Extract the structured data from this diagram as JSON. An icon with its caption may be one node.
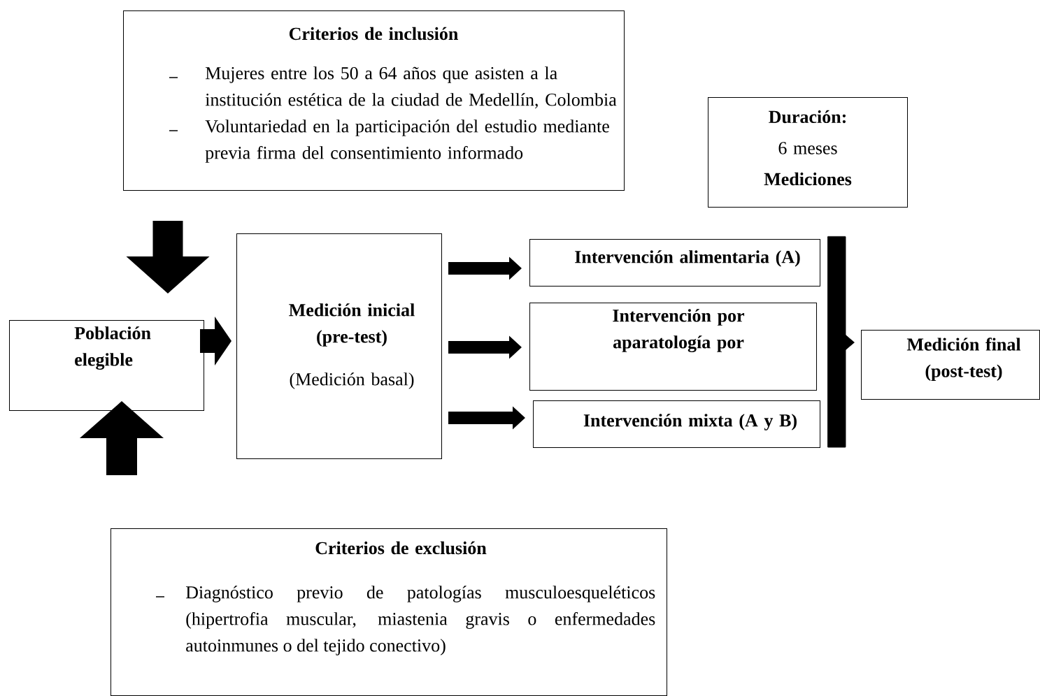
{
  "diagram": {
    "nodes": [
      {
        "text": [
          "Criterios de inclusión",
          "Mujeres entre los 50 a 64 años que asisten a la institución estética de la ciudad de Medellín, Colombia",
          "Voluntariedad en la participación del estudio mediante previa firma del consentimiento informado"
        ]
      },
      {
        "text": [
          "Duración:",
          "6 meses",
          "Mediciones"
        ]
      },
      {
        "text": [
          "Población elegible"
        ]
      },
      {
        "text": [
          "Medición inicial (pre-test)",
          "(Medición basal)"
        ]
      },
      {
        "text": [
          "Intervención alimentaria (A)"
        ]
      },
      {
        "text": [
          "Intervención por aparatología por"
        ]
      },
      {
        "text": [
          "Intervención mixta (A y B)"
        ]
      },
      {
        "text": [],
        "shape": "bar"
      },
      {
        "text": [
          "Medición final (post-test)"
        ]
      },
      {
        "text": [
          "Criterios de exclusión",
          "Diagnóstico previo de patologías musculoesqueléticos (hipertrofia muscular, miastenia gravis o enfermedades autoinmunes o del tejido conectivo)"
        ]
      }
    ],
    "edges": [
      {
        "from": 0,
        "to": 2,
        "arrow": "to",
        "style": "thick"
      },
      {
        "from": 9,
        "to": 2,
        "arrow": "to",
        "style": "thick"
      },
      {
        "from": 2,
        "to": 3,
        "arrow": "to",
        "style": "thick"
      },
      {
        "from": 3,
        "to": 4,
        "arrow": "to"
      },
      {
        "from": 3,
        "to": 5,
        "arrow": "to"
      },
      {
        "from": 3,
        "to": 6,
        "arrow": "to"
      },
      {
        "from": 7,
        "to": 8,
        "arrow": "to"
      }
    ]
  }
}
